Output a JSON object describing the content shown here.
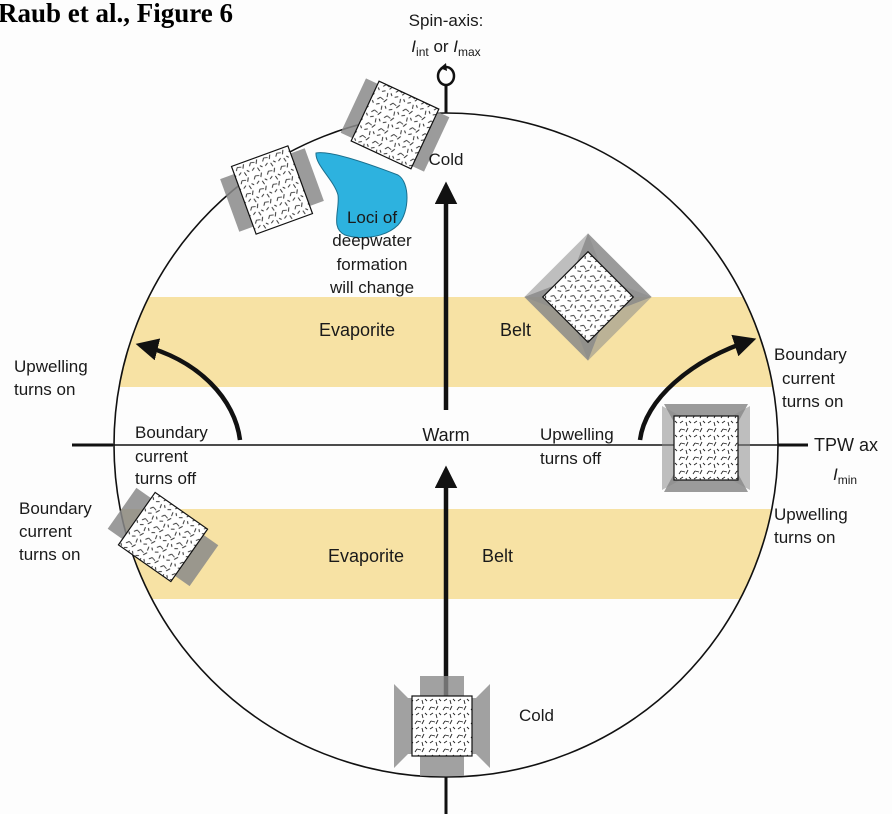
{
  "figure_title": "Raub et al., Figure 6",
  "spin_axis": {
    "line1": "Spin-axis:",
    "i_int_base": "I",
    "i_int_sub": "int",
    "or": " or ",
    "i_max_base": "I",
    "i_max_sub": "max"
  },
  "tpw_axis": {
    "label": "TPW ax",
    "i_min_base": "I",
    "i_min_sub": "min"
  },
  "labels": {
    "cold_top": "Cold",
    "cold_bottom": "Cold",
    "warm": "Warm",
    "evaporite_upper": "Evaporite",
    "belt_upper": "Belt",
    "evaporite_lower": "Evaporite",
    "belt_lower": "Belt",
    "loci": [
      "Loci of",
      "deepwater",
      "formation",
      "will change"
    ],
    "upwelling_on_left": [
      "Upwelling",
      "turns on"
    ],
    "boundary_left_top": "Boundary",
    "current_off": [
      "current",
      "turns off"
    ],
    "boundary_on_left": [
      "Boundary",
      "current",
      "turns on"
    ],
    "boundary_on_right": [
      "Boundary",
      "current",
      "turns on"
    ],
    "upwelling_off": [
      "Upwelling",
      "turns off"
    ],
    "upwelling_on_right": [
      "Upwelling",
      "turns on"
    ]
  },
  "colors": {
    "evaporite_belt": "#f7e2a4",
    "deepwater_blob": "#2db2df",
    "continent_shadow": "#888888",
    "ink": "#111111"
  }
}
